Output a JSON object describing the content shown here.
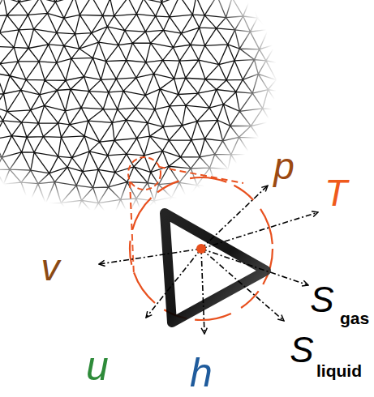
{
  "diagram": {
    "labels": [
      "p",
      "T",
      "v",
      "u",
      "h",
      "S",
      "gas",
      "S",
      "liquid"
    ]
  }
}
